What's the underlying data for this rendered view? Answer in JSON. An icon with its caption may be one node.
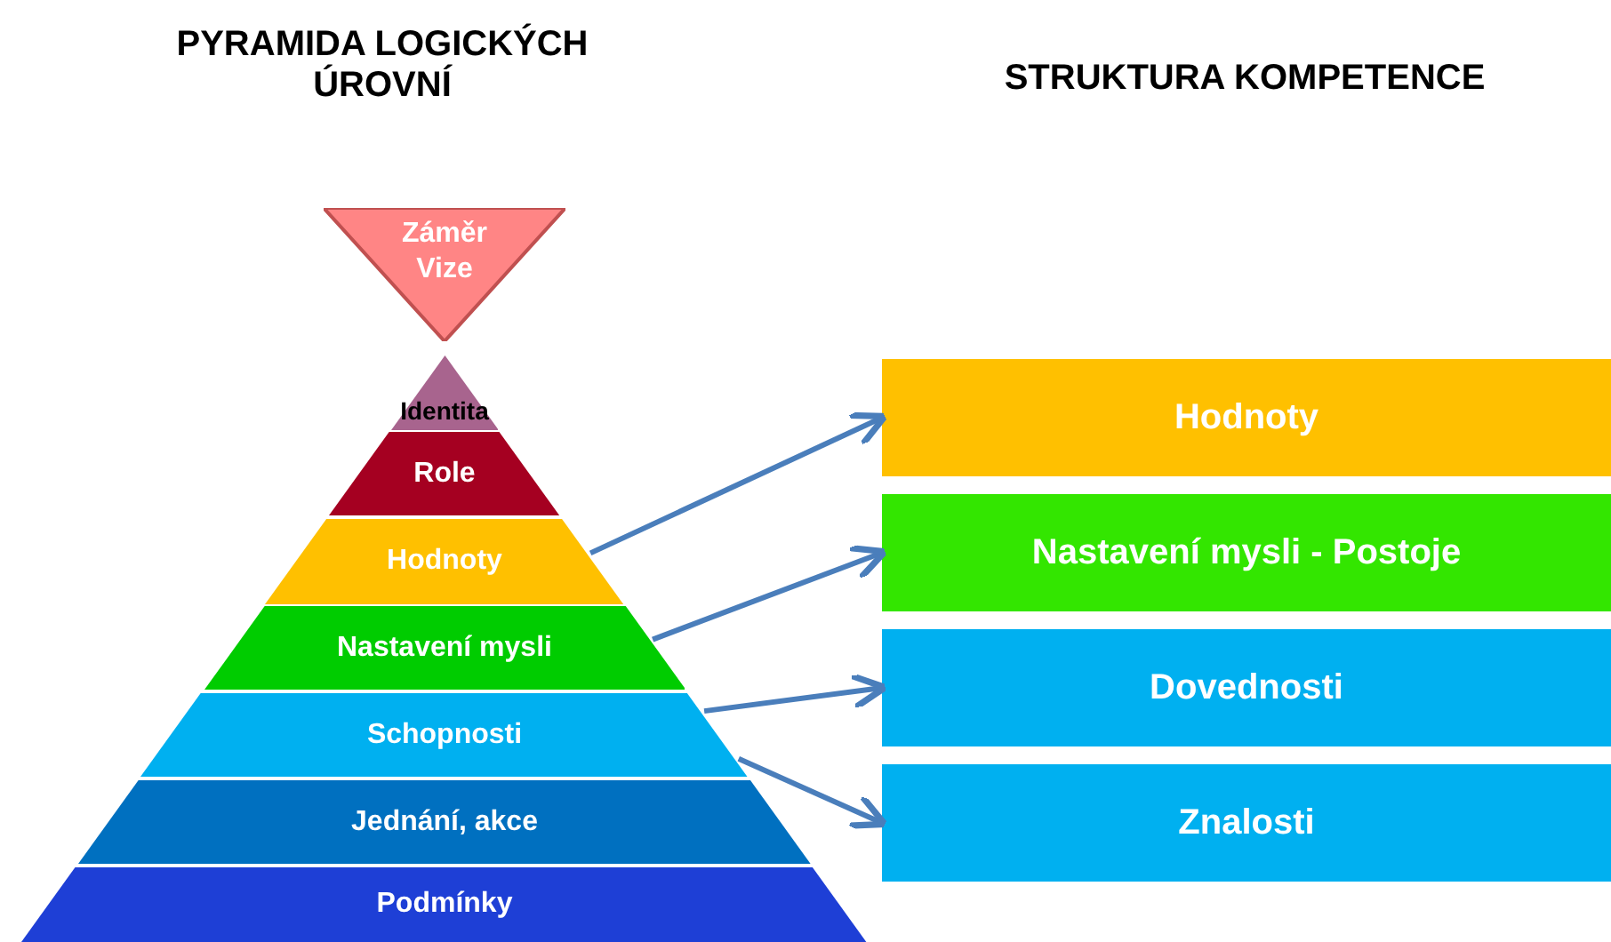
{
  "diagram": {
    "nodes": [
      {
        "text": [
          "Záměr Vize"
        ]
      },
      {
        "text": [
          "Identita"
        ]
      },
      {
        "text": [
          "Role"
        ]
      },
      {
        "text": [
          "Hodnoty"
        ]
      },
      {
        "text": [
          "Nastavení mysli"
        ]
      },
      {
        "text": [
          "Schopnosti"
        ]
      },
      {
        "text": [
          "Jednání, akce"
        ]
      },
      {
        "text": [
          "Podmínky"
        ]
      },
      {
        "text": [
          "Hodnoty"
        ]
      },
      {
        "text": [
          "Nastavení mysli - Postoje"
        ]
      },
      {
        "text": [
          "Dovednosti"
        ]
      },
      {
        "text": [
          "Znalosti"
        ]
      }
    ],
    "edges": [
      {
        "from": 3,
        "to": 8,
        "arrow": "to"
      },
      {
        "from": 4,
        "to": 9,
        "arrow": "to"
      },
      {
        "from": 5,
        "to": 10,
        "arrow": "to"
      },
      {
        "from": 5,
        "to": 11,
        "arrow": "to"
      }
    ],
    "labels": [
      "PYRAMIDA LOGICKÝCH ÚROVNÍ",
      "STRUKTURA KOMPETENCE"
    ]
  }
}
